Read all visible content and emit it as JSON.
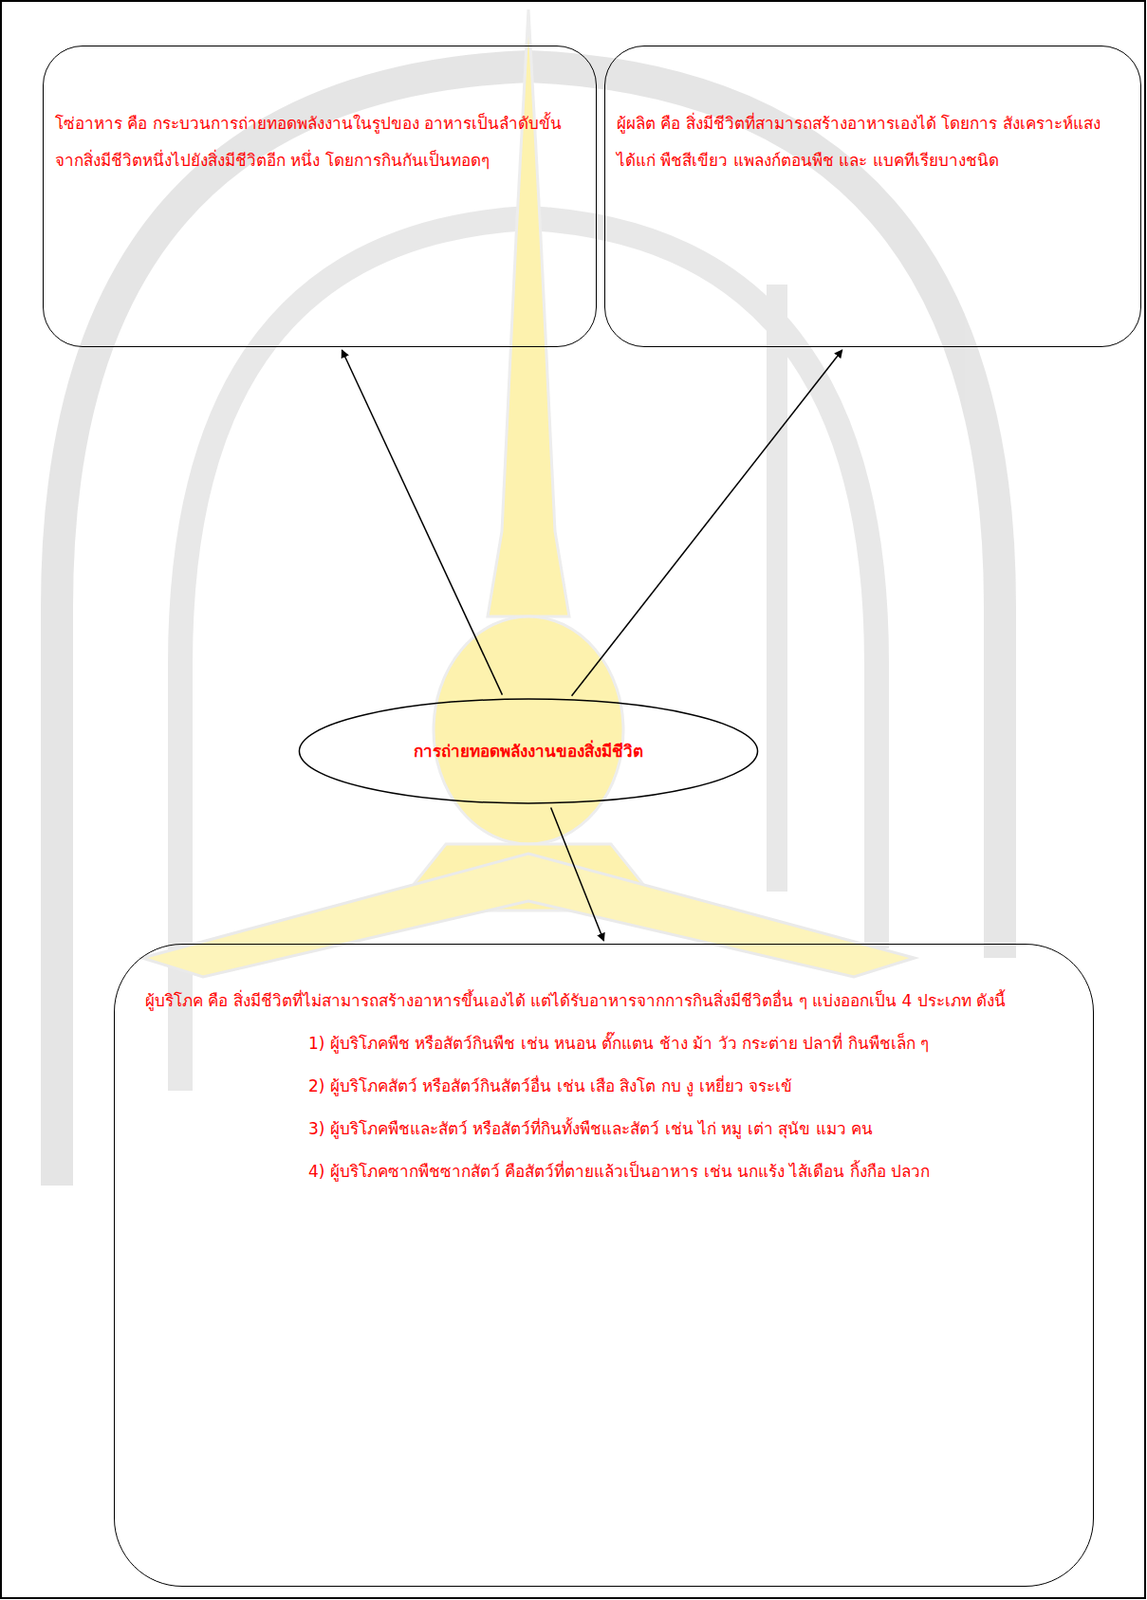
{
  "diagram": {
    "nodes": [
      {
        "text": [
          "โซ่อาหาร คือ กระบวนการถ่ายทอดพลังงานในรูปของ อาหารเป็นลำดับขั้นจากสิ่งมีชีวิตหนึ่งไปยังสิ่งมีชีวิตอีก หนึ่ง โดยการกินกันเป็นทอดๆ"
        ]
      },
      {
        "text": [
          "ผู้ผลิต คือ สิ่งมีชีวิตที่สามารถสร้างอาหารเองได้ โดยการ สังเคราะห์แสง ได้แก่ พืชสีเขียว แพลงก์ตอนพืช และ แบคทีเรียบางชนิด"
        ]
      },
      {
        "text": [
          "การถ่ายทอดพลังงานของสิ่งมีชีวิต"
        ]
      },
      {
        "text": [
          "ผู้บริโภค คือ สิ่งมีชีวิตที่ไม่สามารถสร้างอาหารขึ้นเองได้ แต่ได้รับอาหารจากการกินสิ่งมีชีวิตอื่น ๆ แบ่งออกเป็น 4 ประเภท ดังนี้",
          "1) ผู้บริโภคพืช หรือสัตว์กินพืช เช่น หนอน ตั๊กแตน ช้าง ม้า วัว กระต่าย ปลาที่ กินพืชเล็ก ๆ",
          "2) ผู้บริโภคสัตว์ หรือสัตว์กินสัตว์อื่น เช่น เสือ สิงโต กบ งู เหยี่ยว จระเข้",
          "3) ผู้บริโภคพืชและสัตว์ หรือสัตว์ที่กินทั้งพืชและสัตว์ เช่น ไก่ หมู เต่า สุนัข แมว คน",
          "4) ผู้บริโภคซากพืชซากสัตว์ คือสัตว์ที่ตายแล้วเป็นอาหาร เช่น นกแร้ง ไส้เดือน กิ้งกือ ปลวก"
        ]
      }
    ],
    "edges": [
      {
        "from": 2,
        "to": 0,
        "arrow": "to"
      },
      {
        "from": 2,
        "to": 1,
        "arrow": "to"
      },
      {
        "from": 2,
        "to": 3,
        "arrow": "to"
      }
    ]
  }
}
